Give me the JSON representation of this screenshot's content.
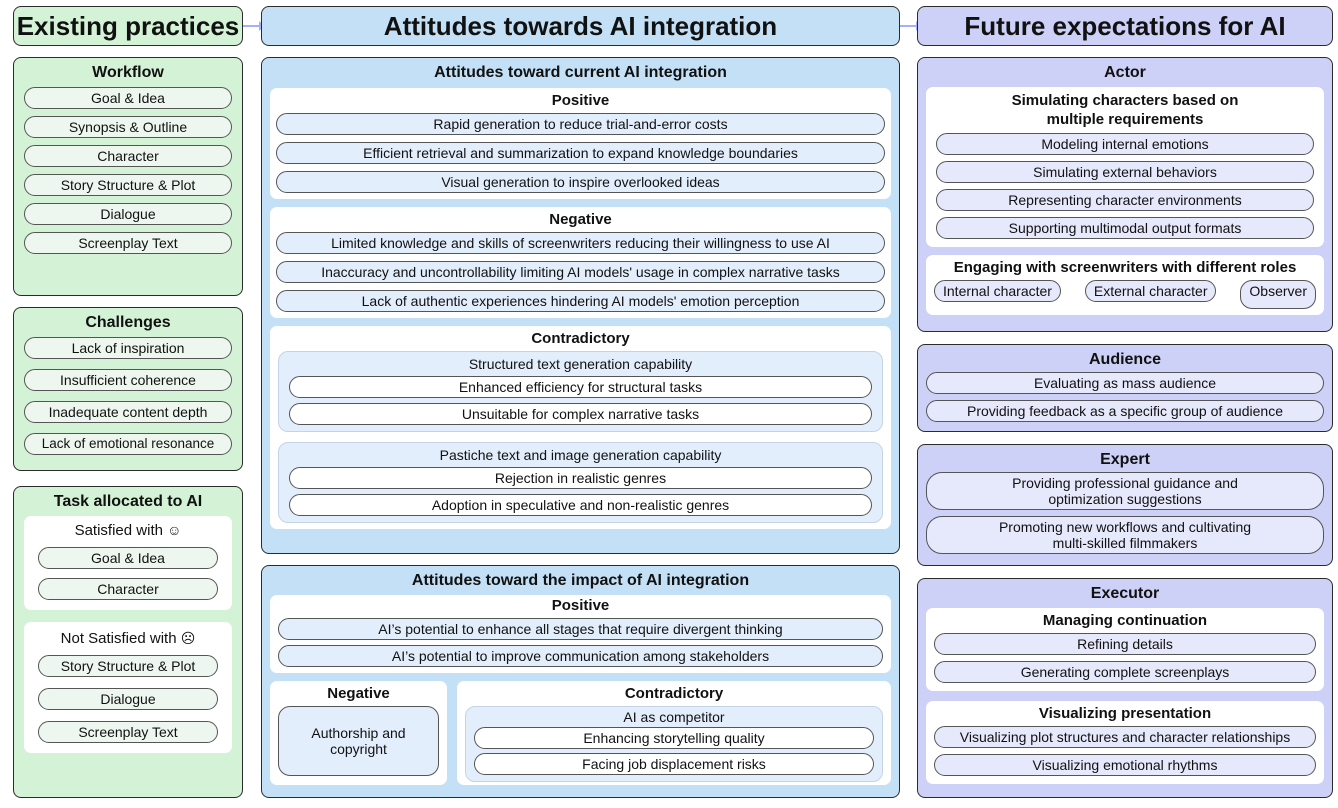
{
  "headers": {
    "existing": "Existing practices",
    "attitudes": "Attitudes towards AI integration",
    "future": "Future expectations for AI"
  },
  "workflow": {
    "title": "Workflow",
    "items": [
      "Goal & Idea",
      "Synopsis & Outline",
      "Character",
      "Story Structure & Plot",
      "Dialogue",
      "Screenplay Text"
    ]
  },
  "challenges": {
    "title": "Challenges",
    "items": [
      "Lack of inspiration",
      "Insufficient coherence",
      "Inadequate content depth",
      "Lack of emotional resonance"
    ]
  },
  "task_allocated": {
    "title": "Task allocated to AI",
    "satisfied": {
      "title": "Satisfied with",
      "icon": "☺",
      "items": [
        "Goal & Idea",
        "Character"
      ]
    },
    "not_satisfied": {
      "title": "Not Satisfied with",
      "icon": "☹",
      "items": [
        "Story Structure & Plot",
        "Dialogue",
        "Screenplay Text"
      ]
    }
  },
  "current": {
    "title": "Attitudes toward current AI integration",
    "positive": {
      "title": "Positive",
      "items": [
        "Rapid generation to reduce trial-and-error costs",
        "Efficient retrieval and summarization to expand knowledge boundaries",
        "Visual generation to inspire overlooked ideas"
      ]
    },
    "negative": {
      "title": "Negative",
      "items": [
        "Limited knowledge and skills of screenwriters reducing their willingness to use AI",
        "Inaccuracy and uncontrollability limiting AI models' usage in complex narrative tasks",
        "Lack of authentic experiences hindering AI models' emotion perception"
      ]
    },
    "contradictory": {
      "title": "Contradictory",
      "groups": [
        {
          "title": "Structured text generation capability",
          "items": [
            "Enhanced efficiency for structural tasks",
            "Unsuitable for complex narrative tasks"
          ]
        },
        {
          "title": "Pastiche text and image generation capability",
          "items": [
            "Rejection in realistic genres",
            "Adoption in speculative and non-realistic genres"
          ]
        }
      ]
    }
  },
  "impact": {
    "title": "Attitudes toward the impact of AI integration",
    "positive": {
      "title": "Positive",
      "items": [
        "AI’s potential to enhance all stages that require divergent thinking",
        "AI’s potential to improve communication among stakeholders"
      ]
    },
    "negative": {
      "title": "Negative",
      "item": "Authorship and copyright"
    },
    "contradictory": {
      "title": "Contradictory",
      "group": {
        "title": "AI as competitor",
        "items": [
          "Enhancing storytelling quality",
          "Facing job displacement risks"
        ]
      }
    }
  },
  "actor": {
    "title": "Actor",
    "simulating": {
      "title": "Simulating characters based on multiple requirements",
      "items": [
        "Modeling internal emotions",
        "Simulating external behaviors",
        "Representing character environments",
        "Supporting multimodal output formats"
      ]
    },
    "engaging": {
      "title": "Engaging with screenwriters with different roles",
      "items": [
        "Internal character",
        "External character",
        "Observer"
      ]
    }
  },
  "audience": {
    "title": "Audience",
    "items": [
      "Evaluating as mass audience",
      "Providing feedback as a specific group of audience"
    ]
  },
  "expert": {
    "title": "Expert",
    "items": [
      "Providing professional guidance and optimization suggestions",
      "Promoting new workflows and cultivating multi-skilled filmmakers"
    ]
  },
  "executor": {
    "title": "Executor",
    "managing": {
      "title": "Managing continuation",
      "items": [
        "Refining details",
        "Generating complete screenplays"
      ]
    },
    "visualizing": {
      "title": "Visualizing presentation",
      "items": [
        "Visualizing plot structures and character relationships",
        "Visualizing emotional rhythms"
      ]
    }
  }
}
